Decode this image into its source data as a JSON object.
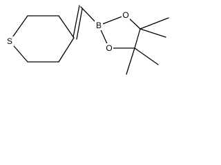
{
  "molecule": {
    "atoms": {
      "sulfur": "S",
      "boron": "B",
      "oxygen_top": "O",
      "oxygen_bottom": "O"
    }
  }
}
